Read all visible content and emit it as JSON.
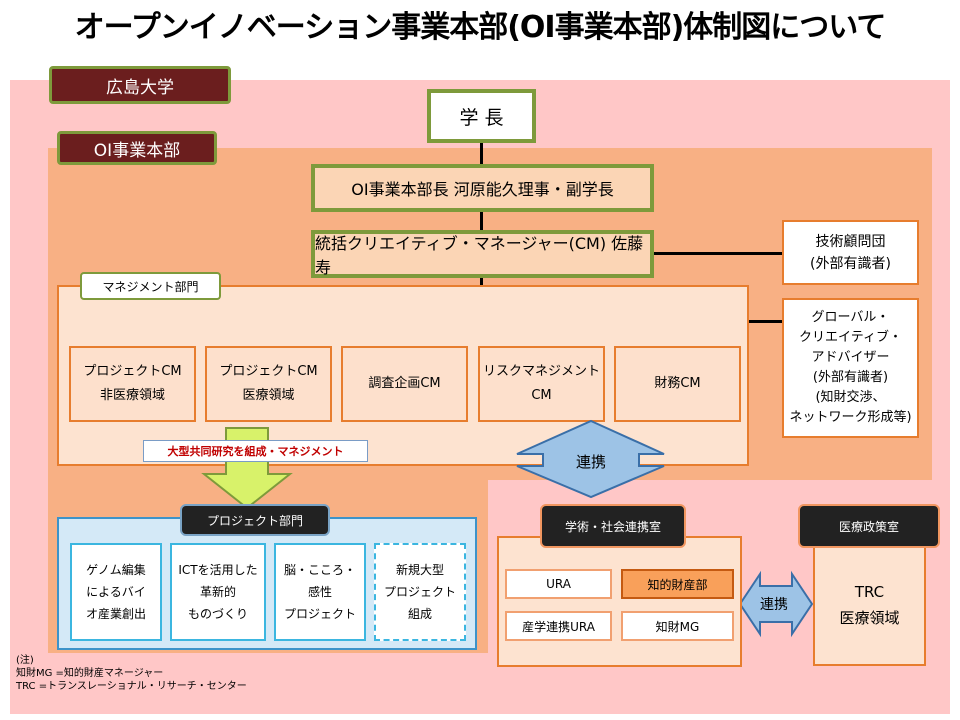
{
  "title": "オープンイノベーション事業本部(OI事業本部)体制図について",
  "university_label": "広島大学",
  "oi_label": "OI事業本部",
  "president": "学 長",
  "oi_head": "OI事業本部長 河原能久理事・副学長",
  "chief_cm": "統括クリエイティブ・マネージャー(CM) 佐藤 寿",
  "tech_advisors": "技術顧問団\n(外部有識者)",
  "global_advisors": "グローバル・\nクリエイティブ・\nアドバイザー\n(外部有識者)\n(知財交渉、\nネットワーク形成等)",
  "management_label": "マネジメント部門",
  "cm_boxes": [
    "プロジェクトCM\n非医療領域",
    "プロジェクトCM\n医療領域",
    "調査企画CM",
    "リスクマネジメント\nCM",
    "財務CM"
  ],
  "callout": "大型共同研究を組成・マネジメント",
  "collab_top": "連携",
  "project_label": "プロジェクト部門",
  "project_boxes": [
    "ゲノム編集\nによるバイ\nオ産業創出",
    "ICTを活用した\n革新的\nものづくり",
    "脳・こころ・\n感性\nプロジェクト",
    "新規大型\nプロジェクト\n組成"
  ],
  "academic_label": "学術・社会連携室",
  "academic_boxes": [
    "URA",
    "知的財産部",
    "産学連携URA",
    "知財MG"
  ],
  "collab_bottom": "連携",
  "medical_label": "医療政策室",
  "medical_box": "TRC\n医療領域",
  "notes": [
    "(注)",
    "知財MG =知的財産マネージャー",
    "TRC =トランスレーショナル・リサーチ・センター"
  ],
  "colors": {
    "outer": "#ffc7c7",
    "oi": "#f8b084",
    "green_border": "#7e9a3b",
    "dark_tag": "#6b1e1e",
    "arrow_blue": "#9dc3e6",
    "arrow_green": "#d8f26a"
  }
}
